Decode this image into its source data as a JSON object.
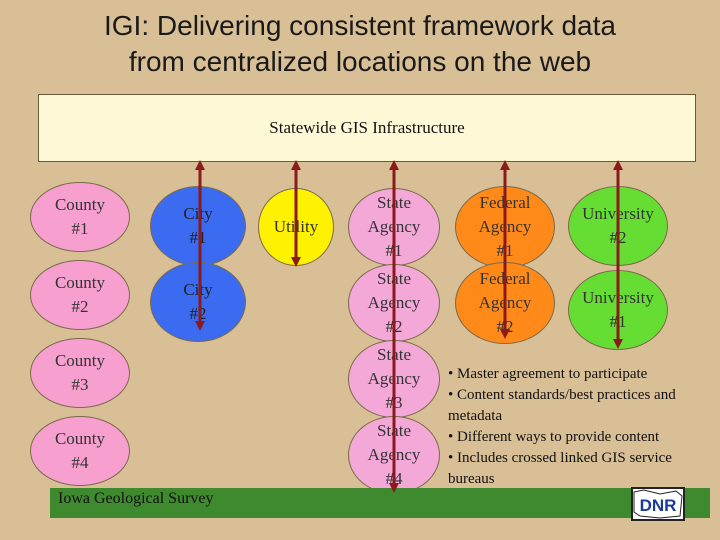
{
  "title_line1": "IGI: Delivering consistent framework data",
  "title_line2": "from centralized locations on the web",
  "infrastructure_label": "Statewide GIS Infrastructure",
  "counties": [
    {
      "line1": "County",
      "line2": "#1"
    },
    {
      "line1": "County",
      "line2": "#2"
    },
    {
      "line1": "County",
      "line2": "#3"
    },
    {
      "line1": "County",
      "line2": "#4"
    }
  ],
  "cities": [
    {
      "line1": "City",
      "line2": "#1"
    },
    {
      "line1": "City",
      "line2": "#2"
    }
  ],
  "utility": "Utility",
  "state_agencies": [
    {
      "line1": "State",
      "line2": "Agency",
      "line3": "#1"
    },
    {
      "line1": "State",
      "line2": "Agency",
      "line3": "#2"
    },
    {
      "line1": "State",
      "line2": "Agency",
      "line3": "#3"
    },
    {
      "line1": "State",
      "line2": "Agency",
      "line3": "#4"
    }
  ],
  "federal_agencies": [
    {
      "line1": "Federal",
      "line2": "Agency",
      "line3": "#1"
    },
    {
      "line1": "Federal",
      "line2": "Agency",
      "line3": "#2"
    }
  ],
  "universities": [
    {
      "line1": "University",
      "line2": "#2"
    },
    {
      "line1": "University",
      "line2": "#1"
    }
  ],
  "bullets": [
    "• Master agreement to participate",
    "• Content standards/best practices and metadata",
    "• Different ways to provide content",
    "• Includes crossed linked GIS service bureaus"
  ],
  "footer_org": "Iowa Geological Survey",
  "logo_text": "DNR",
  "colors": {
    "background": "#d9bf96",
    "infrastructure_box": "#fdf8d6",
    "county": "#f7a0d0",
    "city": "#3a6bf0",
    "utility": "#fff200",
    "state_agency": "#f3a8d8",
    "federal_agency": "#ff8a1a",
    "university": "#66dd33",
    "arrow": "#8b1a1a",
    "footer_bar": "#3f8a2f"
  }
}
